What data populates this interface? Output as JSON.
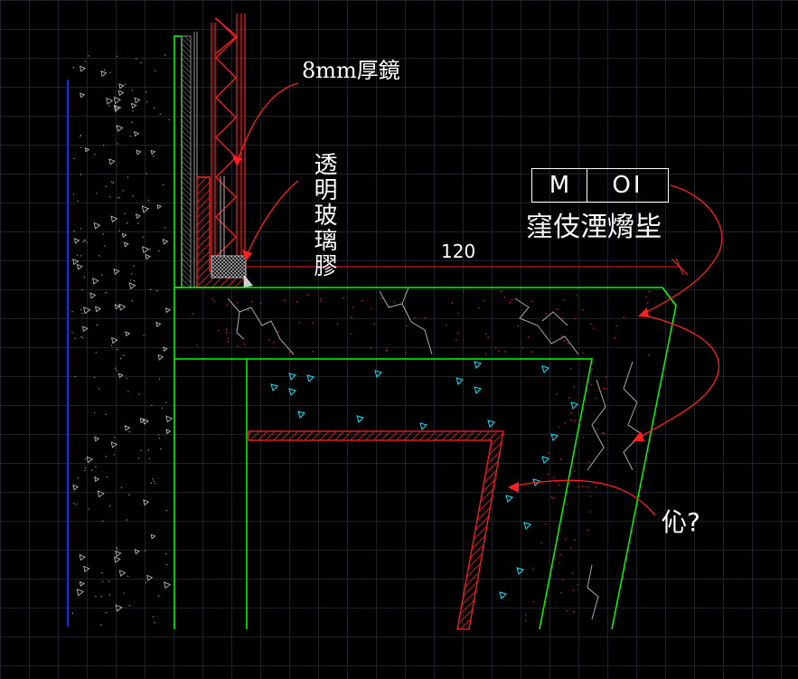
{
  "labels": {
    "mirror": "8mm厚鏡",
    "glue": "透明玻璃膠",
    "tag_left": "M",
    "tag_right": "OI",
    "tag_caption": "窪伎湮熁坒",
    "dimension": "120",
    "note": "伈?"
  },
  "colors": {
    "background": "#000000",
    "grid": "#1e2228",
    "outline": "#00ff00",
    "hatch": "#ff2020",
    "leader": "#ff2020",
    "blue_line": "#1428ff",
    "cyan_marks": "#00e5ff",
    "gray_marks": "#b4b4b4",
    "text": "#ffffff"
  }
}
